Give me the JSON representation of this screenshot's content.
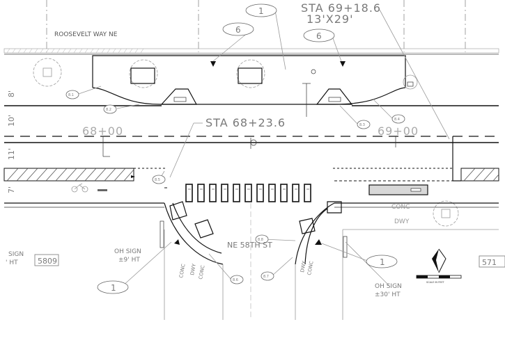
{
  "street_labels": {
    "roosevelt": "ROOSEVELT WAY NE",
    "ne58th": "NE 58TH ST"
  },
  "stations": {
    "top_sta": "STA 69+18.6",
    "top_size": "13'X29'",
    "mid_sta": "STA  68+23.6",
    "sta_68": "68+00",
    "sta_69": "69+00"
  },
  "callouts": {
    "one": "1",
    "six": "6",
    "c81": "8.1",
    "c82": "8.2",
    "c83": "8.3",
    "c84": "8.4",
    "c85": "8.5",
    "c86": "8.6",
    "c87": "8.7",
    "c88": "8.8"
  },
  "lane_widths": {
    "w8": "8'",
    "w10": "10'",
    "w11": "11'",
    "w7": "7'"
  },
  "surfaces": {
    "conc": "CONC",
    "dwy": "DWY"
  },
  "signs": {
    "oh_sign": "OH SIGN",
    "left_height": "±9' HT",
    "right_height": "±30' HT",
    "far_left_line1": "SIGN",
    "far_left_line2": "' HT"
  },
  "addresses": {
    "left": "5809",
    "right": "571"
  },
  "scale_label": "SCALE IN FEET"
}
